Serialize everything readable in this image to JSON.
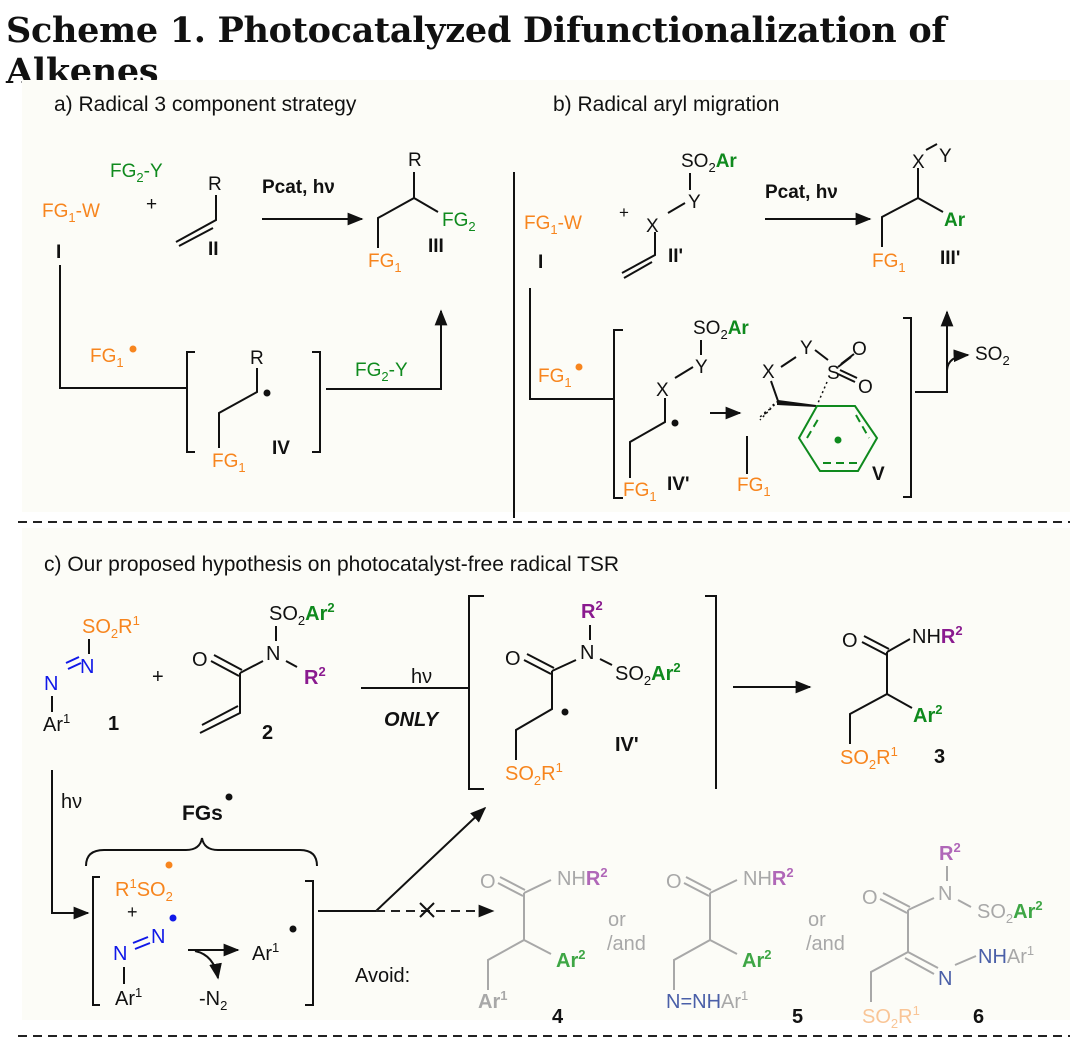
{
  "title": "Scheme 1. Photocatalyzed Difunctionalization of Alkenes",
  "colors": {
    "background_panel": "#fcfcf7",
    "orange": "#f7851e",
    "green": "#0f8a1e",
    "purple": "#8a1a8f",
    "blue": "#1018e8",
    "gray": "#a8a8a8"
  },
  "panel_a": {
    "heading": "a) Radical 3 component strategy",
    "reagent_I": "FG1-W",
    "label_I": "I",
    "reagent_FG2Y": "FG2-Y",
    "plus": "+",
    "alkene_R": "R",
    "label_II": "II",
    "conditions": "Pcat, hν",
    "product_R": "R",
    "product_FG2": "FG2",
    "product_FG1": "FG1",
    "label_III": "III",
    "radical": "FG1•",
    "intermediate_R": "R",
    "intermediate_FG1": "FG1",
    "label_IV": "IV",
    "trap": "FG2-Y"
  },
  "panel_b": {
    "heading": "b) Radical aryl migration",
    "reagent_I": "FG1-W",
    "label_I": "I",
    "plus": "+",
    "substrate_SO2Ar": "SO2Ar",
    "substrate_Y": "Y",
    "substrate_X": "X",
    "label_II": "II'",
    "conditions": "Pcat, hν",
    "product_X": "X",
    "product_Y": "Y",
    "product_Ar": "Ar",
    "product_FG1": "FG1",
    "label_III": "III'",
    "radical": "FG1•",
    "int_SO2Ar": "SO2Ar",
    "int_Y": "Y",
    "int_X": "X",
    "int_FG1": "FG1",
    "label_IV": "IV'",
    "spiro_X": "X",
    "spiro_Y": "Y",
    "spiro_S": "S",
    "spiro_O1": "O",
    "spiro_O2": "O",
    "spiro_FG1": "FG1",
    "label_V": "V",
    "byproduct": "SO2"
  },
  "panel_c": {
    "heading": "c)  Our proposed hypothesis on photocatalyst-free radical TSR",
    "cmp1_SO2R1": "SO2R1",
    "cmp1_N1": "N",
    "cmp1_N2": "N",
    "cmp1_Ar1": "Ar1",
    "label_1": "1",
    "plus": "+",
    "cmp2_SO2Ar2": "SO2Ar2",
    "cmp2_O": "O",
    "cmp2_N": "N",
    "cmp2_R2": "R2",
    "label_2": "2",
    "cond_top": "hν",
    "cond_bottom": "ONLY",
    "int_R2": "R2",
    "int_O": "O",
    "int_N": "N",
    "int_SO2Ar2": "SO2Ar2",
    "int_SO2R1": "SO2R1",
    "label_IV": "IV'",
    "prod_O": "O",
    "prod_NHR2": "NHR2",
    "prod_Ar2": "Ar2",
    "prod_SO2R1": "SO2R1",
    "label_3": "3",
    "hv_side": "hν",
    "radicals_label": "FGs•",
    "rad_R1SO2": "R1SO2•",
    "rad_plus": "+",
    "rad_N1": "N",
    "rad_N2": "N",
    "rad_Ar1": "Ar1",
    "aryl_radical": "Ar1•",
    "loss": "-N2",
    "avoid": "Avoid:",
    "or1": "or",
    "and1": "/and",
    "or2": "or",
    "and2": "/and",
    "p4_O": "O",
    "p4_NHR2": "NHR2",
    "p4_Ar2": "Ar2",
    "p4_Ar1": "Ar1",
    "label_4": "4",
    "p5_O": "O",
    "p5_NHR2": "NHR2",
    "p5_Ar2": "Ar2",
    "p5_NNHAr1": "N=NHAr1",
    "label_5": "5",
    "p6_R2": "R2",
    "p6_O": "O",
    "p6_N": "N",
    "p6_SO2Ar2": "SO2Ar2",
    "p6_NHAr1": "NHAr1",
    "p6_Nimine": "N",
    "p6_SO2R1": "SO2R1",
    "label_6": "6"
  }
}
